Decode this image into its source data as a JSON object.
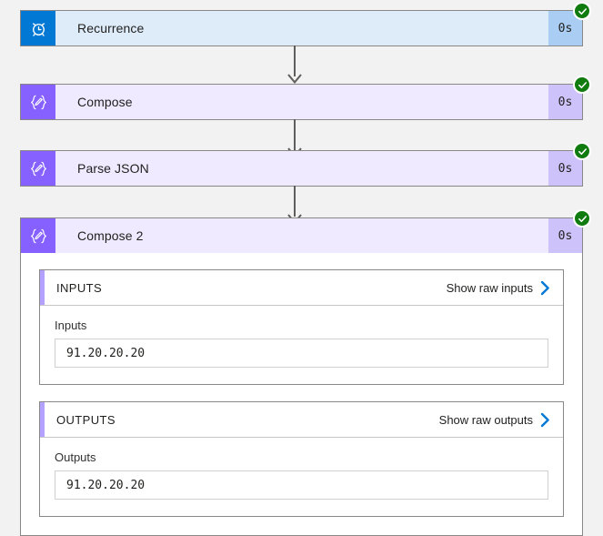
{
  "flow": {
    "nodes": [
      {
        "id": "recurrence",
        "title": "Recurrence",
        "duration": "0s",
        "icon": "alarm-clock-icon",
        "status": "succeeded",
        "theme": "blue"
      },
      {
        "id": "compose",
        "title": "Compose",
        "duration": "0s",
        "icon": "compose-braces-pencil-icon",
        "status": "succeeded",
        "theme": "purple"
      },
      {
        "id": "parse-json",
        "title": "Parse JSON",
        "duration": "0s",
        "icon": "compose-braces-pencil-icon",
        "status": "succeeded",
        "theme": "purple"
      },
      {
        "id": "compose-2",
        "title": "Compose 2",
        "duration": "0s",
        "icon": "compose-braces-pencil-icon",
        "status": "succeeded",
        "theme": "purple"
      }
    ]
  },
  "details": {
    "inputs_panel": {
      "title": "INPUTS",
      "action_label": "Show raw inputs",
      "action_icon": "chevron-right-icon",
      "field_label": "Inputs",
      "field_value": "91.20.20.20"
    },
    "outputs_panel": {
      "title": "OUTPUTS",
      "action_label": "Show raw outputs",
      "action_icon": "chevron-right-icon",
      "field_label": "Outputs",
      "field_value": "91.20.20.20"
    }
  },
  "colors": {
    "canvas": "#f2f2f2",
    "trigger_accent": "#0078d4",
    "action_accent": "#8661ff",
    "success": "#107c10",
    "link": "#0078d4",
    "panel_accent": "#b4a0ff"
  }
}
